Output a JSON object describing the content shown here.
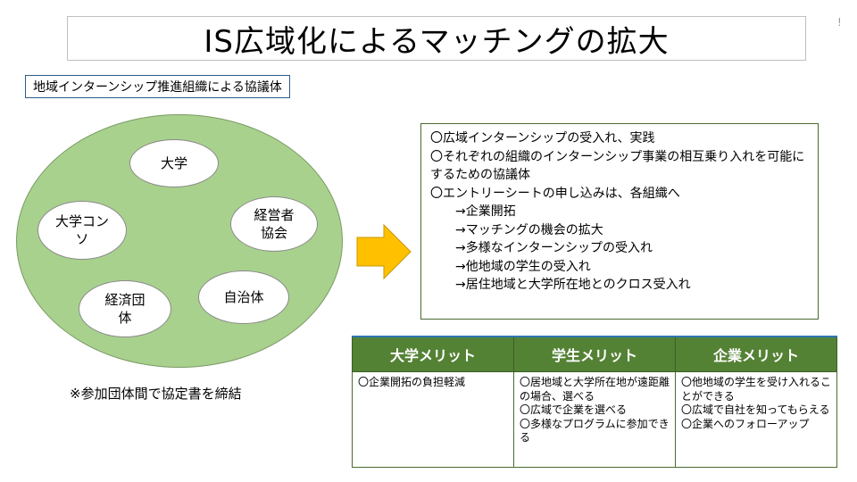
{
  "title": "IS広域化によるマッチングの拡大",
  "corner_mark": "!",
  "subtitle": "地域インターンシップ推進組織による協議体",
  "members": {
    "university": "大学",
    "consortium": "大学コンソ",
    "managers": "経営者協会",
    "economic": "経済団体",
    "local_gov": "自治体"
  },
  "agreement_note": "※参加団体間で協定書を締結",
  "info_lines": [
    "〇広域インターンシップの受入れ、実践",
    "〇それぞれの組織のインターンシップ事業の相互乗り入れを可能にするための協議体",
    "〇エントリーシートの申し込みは、各組織へ",
    "→企業開拓",
    "→マッチングの機会の拡大",
    "→多様なインターンシップの受入れ",
    "→他地域の学生の受入れ",
    "→居住地域と大学所在地とのクロス受入れ"
  ],
  "merits": {
    "headers": [
      "大学メリット",
      "学生メリット",
      "企業メリット"
    ],
    "university": [
      "〇企業開拓の負担軽減"
    ],
    "student": [
      "〇居地域と大学所在地が遠距離の場合、選べる",
      "〇広域で企業を選べる",
      "〇多様なプログラムに参加できる"
    ],
    "company": [
      "〇他地域の学生を受け入れることができる",
      "〇広域で自社を知ってもらえる",
      "〇企業へのフォローアップ"
    ]
  },
  "colors": {
    "circle_fill": "#a9d18e",
    "arrow_fill": "#ffc000",
    "table_header": "#548235"
  }
}
